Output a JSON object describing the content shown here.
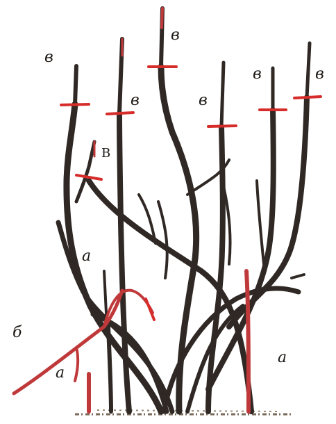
{
  "labels": {
    "top_left": "в",
    "top_center": "в",
    "upper_left": "в",
    "upper_mid": "в",
    "upper_right": "в",
    "far_right": "в",
    "cut_left": "В",
    "mid_left": "а",
    "bottom_left_b": "б",
    "bottom_left_a": "а",
    "bottom_right_a": "а"
  },
  "colors": {
    "stem": "#2f2824",
    "stem_shade": "#5a4c45",
    "cut": "#d62d2a",
    "red_stem": "#c0393a",
    "ground": "#7a6a5a"
  }
}
